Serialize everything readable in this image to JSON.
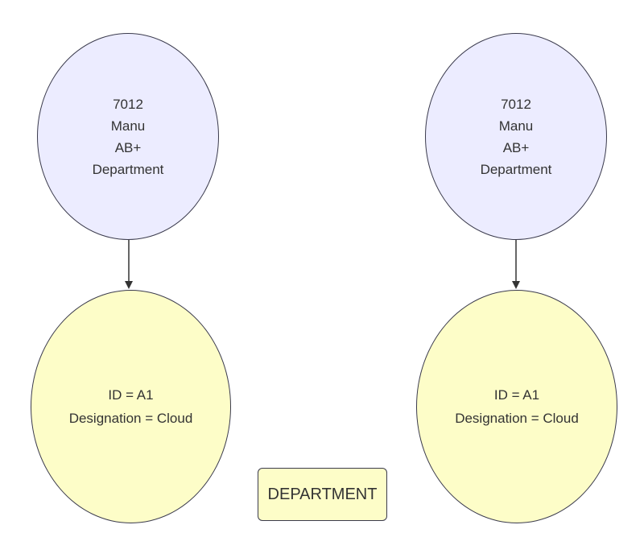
{
  "diagram": {
    "nodes": {
      "entity_left": {
        "text": "7012\nManu\nAB+\nDepartment"
      },
      "entity_right": {
        "text": "7012\nManu\nAB+\nDepartment"
      },
      "attribute_left": {
        "text": "ID = A1\nDesignation = Cloud"
      },
      "attribute_right": {
        "text": "ID = A1\nDesignation = Cloud"
      },
      "department_box": {
        "label": "DEPARTMENT"
      }
    },
    "colors": {
      "entity_fill": "#ECECFF",
      "attribute_fill": "#FDFDC8",
      "department_fill": "#FDFDC8",
      "border": "#3B3B4D",
      "text": "#333333",
      "arrow": "#333333",
      "background": "#FFFFFF"
    }
  }
}
